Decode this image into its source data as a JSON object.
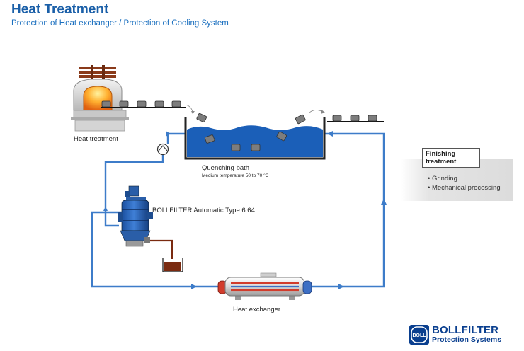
{
  "header": {
    "title": "Heat Treatment",
    "subtitle": "Protection of Heat exchanger / Protection of Cooling System"
  },
  "labels": {
    "heat_treatment": "Heat treatment",
    "quenching_bath": "Quenching bath",
    "medium_temperature": "Medium temperature 50 to 70 °C",
    "bollfilter": "BOLLFILTER Automatic Type 6.64",
    "heat_exchanger": "Heat exchanger"
  },
  "finishing": {
    "title": "Finishing treatment",
    "items": [
      "• Grinding",
      "• Mechanical processing"
    ]
  },
  "logo": {
    "name": "BOLLFILTER",
    "tagline": "Protection Systems",
    "mark_text": "BOLL"
  },
  "colors": {
    "title_blue": "#1a5fa8",
    "pipe_blue": "#3d7cc9",
    "water_blue": "#1b5fb8",
    "brand_navy": "#0a3f8f",
    "sludge_brown": "#7a2a10"
  },
  "icons": [
    "furnace-icon",
    "pump-icon",
    "filter-icon",
    "sludge-container-icon",
    "heat-exchanger-icon",
    "arrow-icon"
  ]
}
